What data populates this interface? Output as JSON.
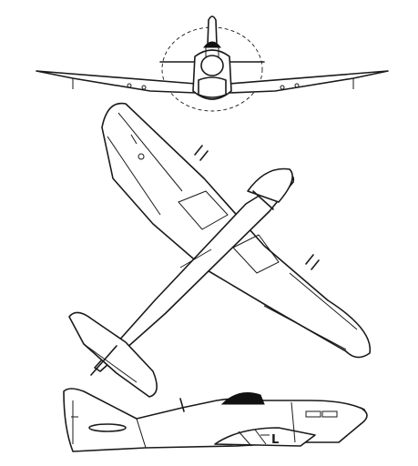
{
  "figure": {
    "views": [
      "front",
      "plan",
      "side"
    ],
    "side_view_letter": "L",
    "colors": {
      "ink": "#1a1a1a",
      "paper": "#ffffff"
    }
  }
}
